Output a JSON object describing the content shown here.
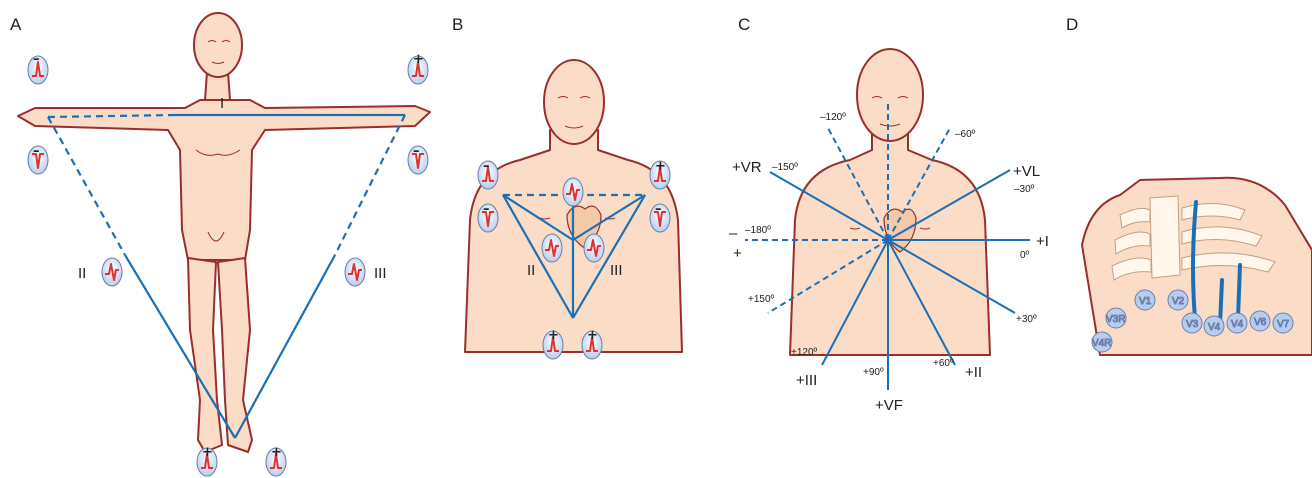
{
  "panels": {
    "a": "A",
    "b": "B",
    "c": "C",
    "d": "D"
  },
  "panel_a": {
    "lead_I": "I",
    "lead_II": "II",
    "lead_III": "III"
  },
  "panel_b": {
    "lead_II": "II",
    "lead_III": "III"
  },
  "panel_c": {
    "neg_sign": "–",
    "pos_sign": "+",
    "leads": {
      "VR": "+VR",
      "VL": "+VL",
      "I": "+I",
      "II": "+II",
      "III": "+III",
      "VF": "+VF"
    },
    "degrees": {
      "m150": "–150º",
      "m120": "–120º",
      "m60": "–60º",
      "m30": "–30º",
      "m180": "–180º",
      "zero": "0º",
      "p30": "+30º",
      "p60": "+60º",
      "p90": "+90º",
      "p120": "+120º",
      "p150": "+150º"
    }
  },
  "panel_d": {
    "v1": "V1",
    "v2": "V2",
    "v3r": "V3R",
    "v4r": "V4R",
    "v3": "V3",
    "v4": "V4",
    "v4b": "V4",
    "v6": "V6",
    "v7": "V7"
  },
  "colors": {
    "skin": "#fbdcc6",
    "outline": "#9b2d2d",
    "lead_line": "#1a6fb5",
    "wave": "#e03030",
    "electrode": "#cfe0f5"
  }
}
